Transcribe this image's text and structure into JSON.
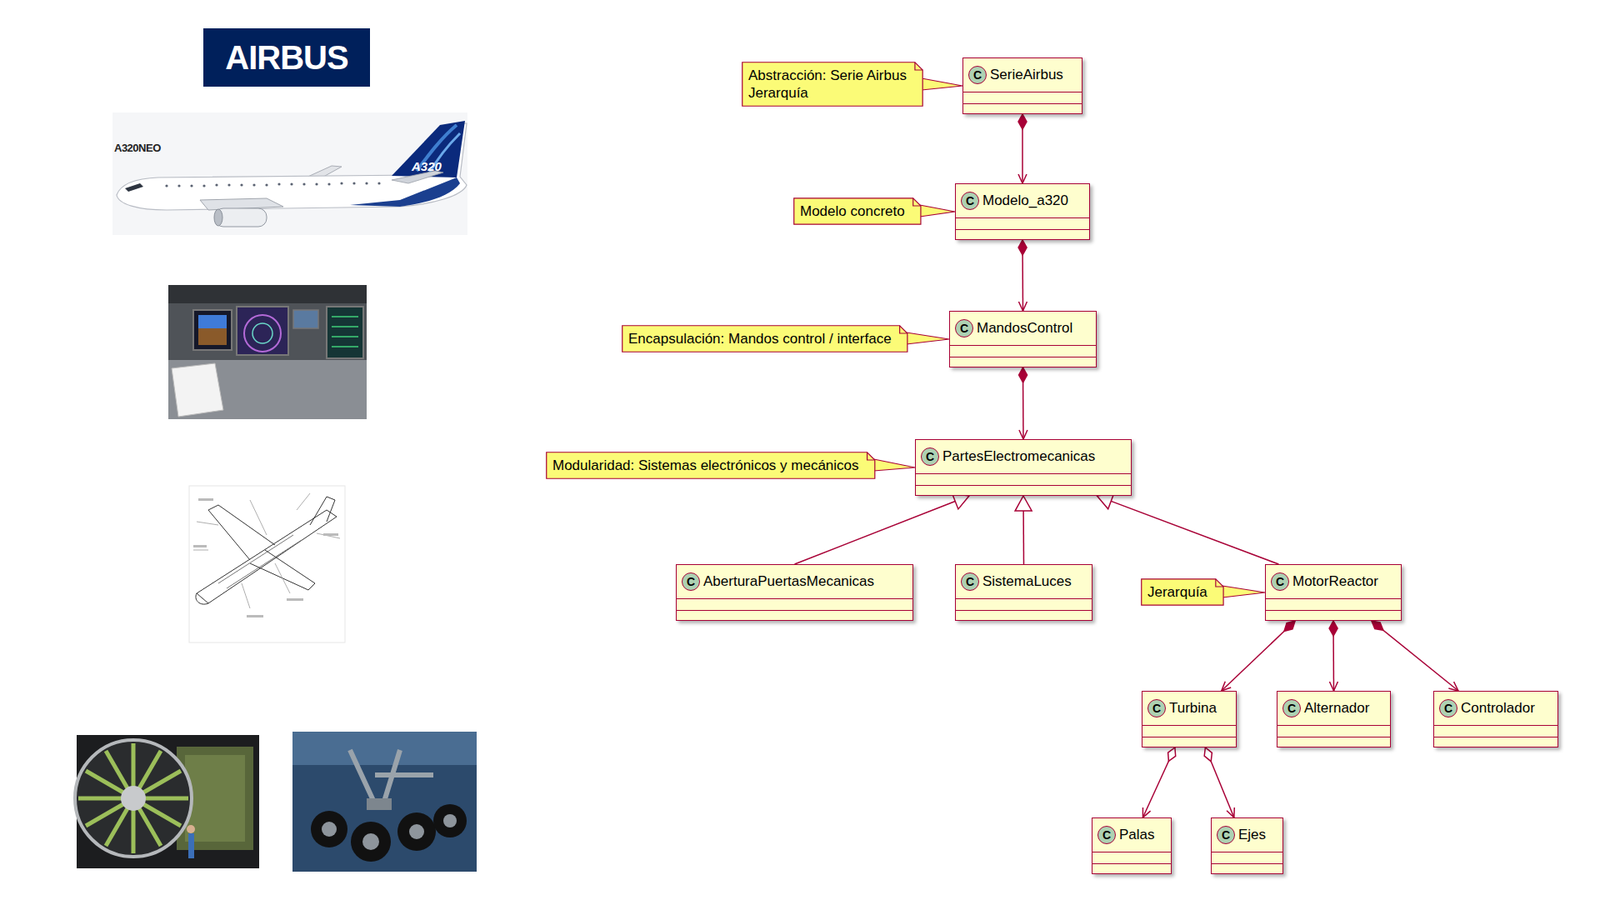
{
  "diagram": {
    "nodes": [
      {
        "text": [
          "Abstracción: Serie Airbus",
          "Jerarquía"
        ]
      },
      {
        "text": [
          "SerieAirbus"
        ]
      },
      {
        "text": [
          "Modelo concreto"
        ]
      },
      {
        "text": [
          "Modelo_a320"
        ]
      },
      {
        "text": [
          "Encapsulación: Mandos control / interface"
        ]
      },
      {
        "text": [
          "MandosControl"
        ]
      },
      {
        "text": [
          "Modularidad: Sistemas electrónicos y mecánicos"
        ]
      },
      {
        "text": [
          "PartesElectromecanicas"
        ]
      },
      {
        "text": [
          "AberturaPuertasMecanicas"
        ]
      },
      {
        "text": [
          "SistemaLuces"
        ]
      },
      {
        "text": [
          "Jerarquía"
        ]
      },
      {
        "text": [
          "MotorReactor"
        ]
      },
      {
        "text": [
          "Turbina"
        ]
      },
      {
        "text": [
          "Alternador"
        ]
      },
      {
        "text": [
          "Controlador"
        ]
      },
      {
        "text": [
          "Palas"
        ]
      },
      {
        "text": [
          "Ejes"
        ]
      }
    ],
    "edges": [
      {
        "from": 0,
        "to": 1,
        "arrow": "none"
      },
      {
        "from": 1,
        "to": 3,
        "arrow": "to"
      },
      {
        "from": 2,
        "to": 3,
        "arrow": "none"
      },
      {
        "from": 3,
        "to": 5,
        "arrow": "to"
      },
      {
        "from": 4,
        "to": 5,
        "arrow": "none"
      },
      {
        "from": 5,
        "to": 7,
        "arrow": "to"
      },
      {
        "from": 6,
        "to": 7,
        "arrow": "none"
      },
      {
        "from": 8,
        "to": 7,
        "arrow": "to"
      },
      {
        "from": 9,
        "to": 7,
        "arrow": "to"
      },
      {
        "from": 11,
        "to": 7,
        "arrow": "to"
      },
      {
        "from": 10,
        "to": 11,
        "arrow": "none"
      },
      {
        "from": 11,
        "to": 12,
        "arrow": "to"
      },
      {
        "from": 11,
        "to": 13,
        "arrow": "to"
      },
      {
        "from": 11,
        "to": 14,
        "arrow": "to"
      },
      {
        "from": 12,
        "to": 15,
        "arrow": "to"
      },
      {
        "from": 12,
        "to": 16,
        "arrow": "to"
      }
    ],
    "labels": [
      "AIRBUS",
      "A320NEO",
      "A320",
      "C",
      "C",
      "C",
      "C",
      "C",
      "C",
      "C",
      "C",
      "C",
      "C",
      "C",
      "C"
    ]
  }
}
